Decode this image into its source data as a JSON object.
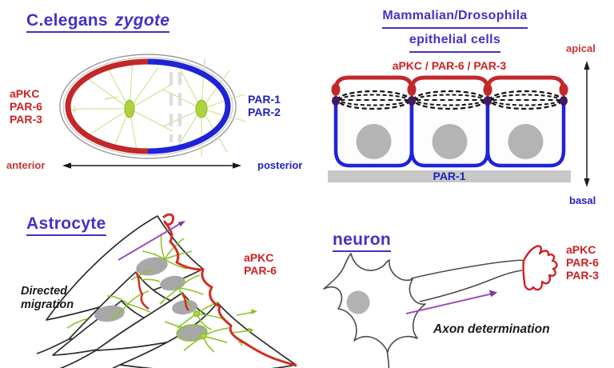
{
  "panels": {
    "zygote": {
      "title_main": "C.elegans",
      "title_italic": "zygote",
      "left_labels": [
        "aPKC",
        "PAR-6",
        "PAR-3"
      ],
      "right_labels": [
        "PAR-1",
        "PAR-2"
      ],
      "axis_left": "anterior",
      "axis_right": "posterior"
    },
    "epithelial": {
      "title_line1": "Mammalian/Drosophila",
      "title_line2": "epithelial cells",
      "apical_complex": "aPKC / PAR-6 / PAR-3",
      "basal_strip_label": "PAR-1",
      "axis_top": "apical",
      "axis_bottom": "basal"
    },
    "astrocyte": {
      "title": "Astrocyte",
      "labels": [
        "aPKC",
        "PAR-6"
      ],
      "caption_line1": "Directed",
      "caption_line2": "migration"
    },
    "neuron": {
      "title": "neuron",
      "labels": [
        "aPKC",
        "PAR-6",
        "PAR-3"
      ],
      "caption": "Axon determination"
    }
  },
  "colors": {
    "title_purple": "#4431c7",
    "protein_red": "#cc2222",
    "protein_blue": "#2121bd",
    "membrane_red": "#c2282a",
    "membrane_blue": "#1f23d8",
    "junction_purple": "#451960",
    "microtubule_green": "#8cc22a",
    "nucleus_gray": "#b4b4b4",
    "migration_arrow_purple": "#9a4fc0"
  }
}
